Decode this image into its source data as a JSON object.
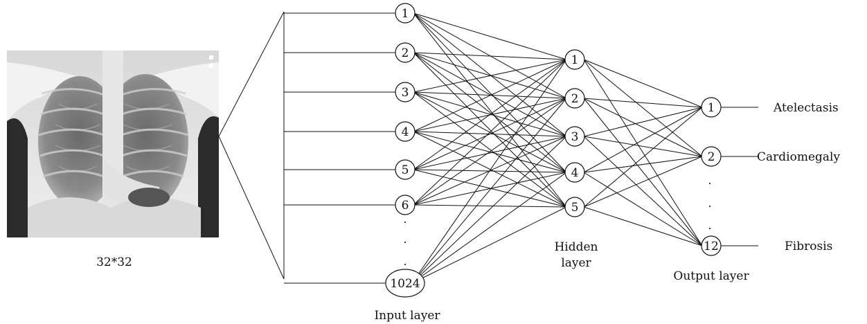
{
  "image_caption": "32*32",
  "input_layer": {
    "label": "Input layer",
    "nodes": [
      "1",
      "2",
      "3",
      "4",
      "5",
      "6",
      "1024"
    ]
  },
  "hidden_layer": {
    "label_line1": "Hidden",
    "label_line2": "layer",
    "nodes": [
      "1",
      "2",
      "3",
      "4",
      "5"
    ]
  },
  "output_layer": {
    "label": "Output layer",
    "nodes": [
      "1",
      "2",
      "12"
    ],
    "classes": [
      "Atelectasis",
      "Cardiomegaly",
      "Fibrosis"
    ]
  },
  "ellipsis_dot": "."
}
